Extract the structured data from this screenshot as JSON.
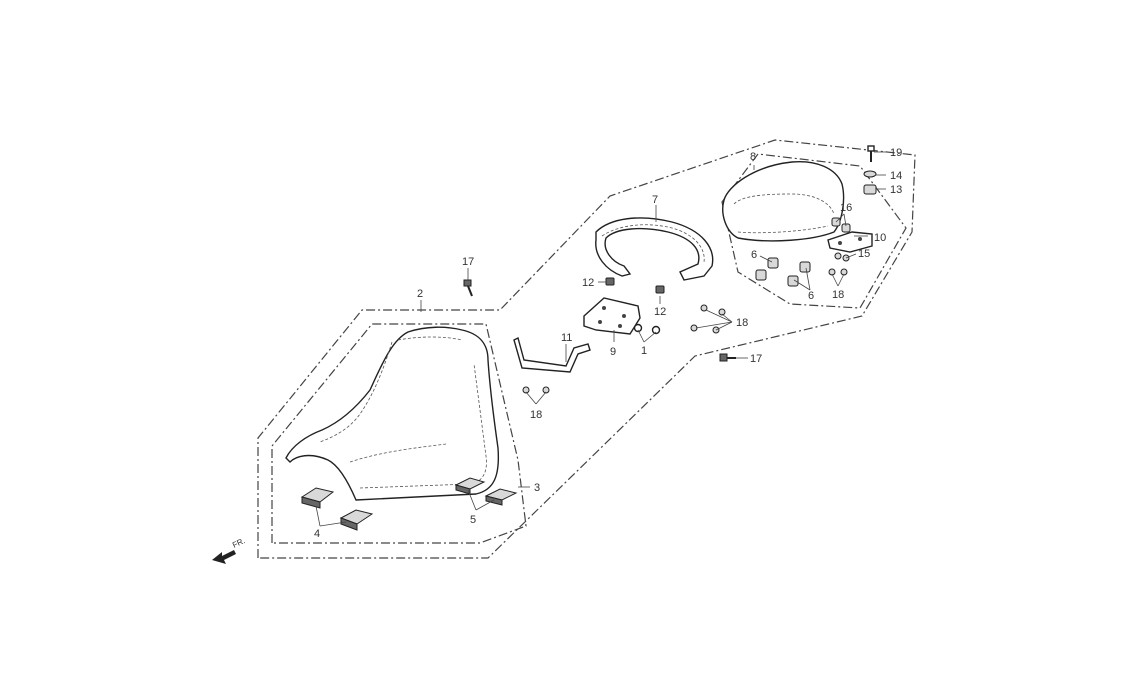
{
  "front_indicator": "FR.",
  "callouts": {
    "c1": "1",
    "c2": "2",
    "c3": "3",
    "c4": "4",
    "c5": "5",
    "c6a": "6",
    "c6b": "6",
    "c7": "7",
    "c8": "8",
    "c9": "9",
    "c10": "10",
    "c11": "11",
    "c12a": "12",
    "c12b": "12",
    "c13": "13",
    "c14": "14",
    "c15": "15",
    "c16": "16",
    "c17a": "17",
    "c17b": "17",
    "c18a": "18",
    "c18b": "18",
    "c18c": "18",
    "c19": "19"
  }
}
